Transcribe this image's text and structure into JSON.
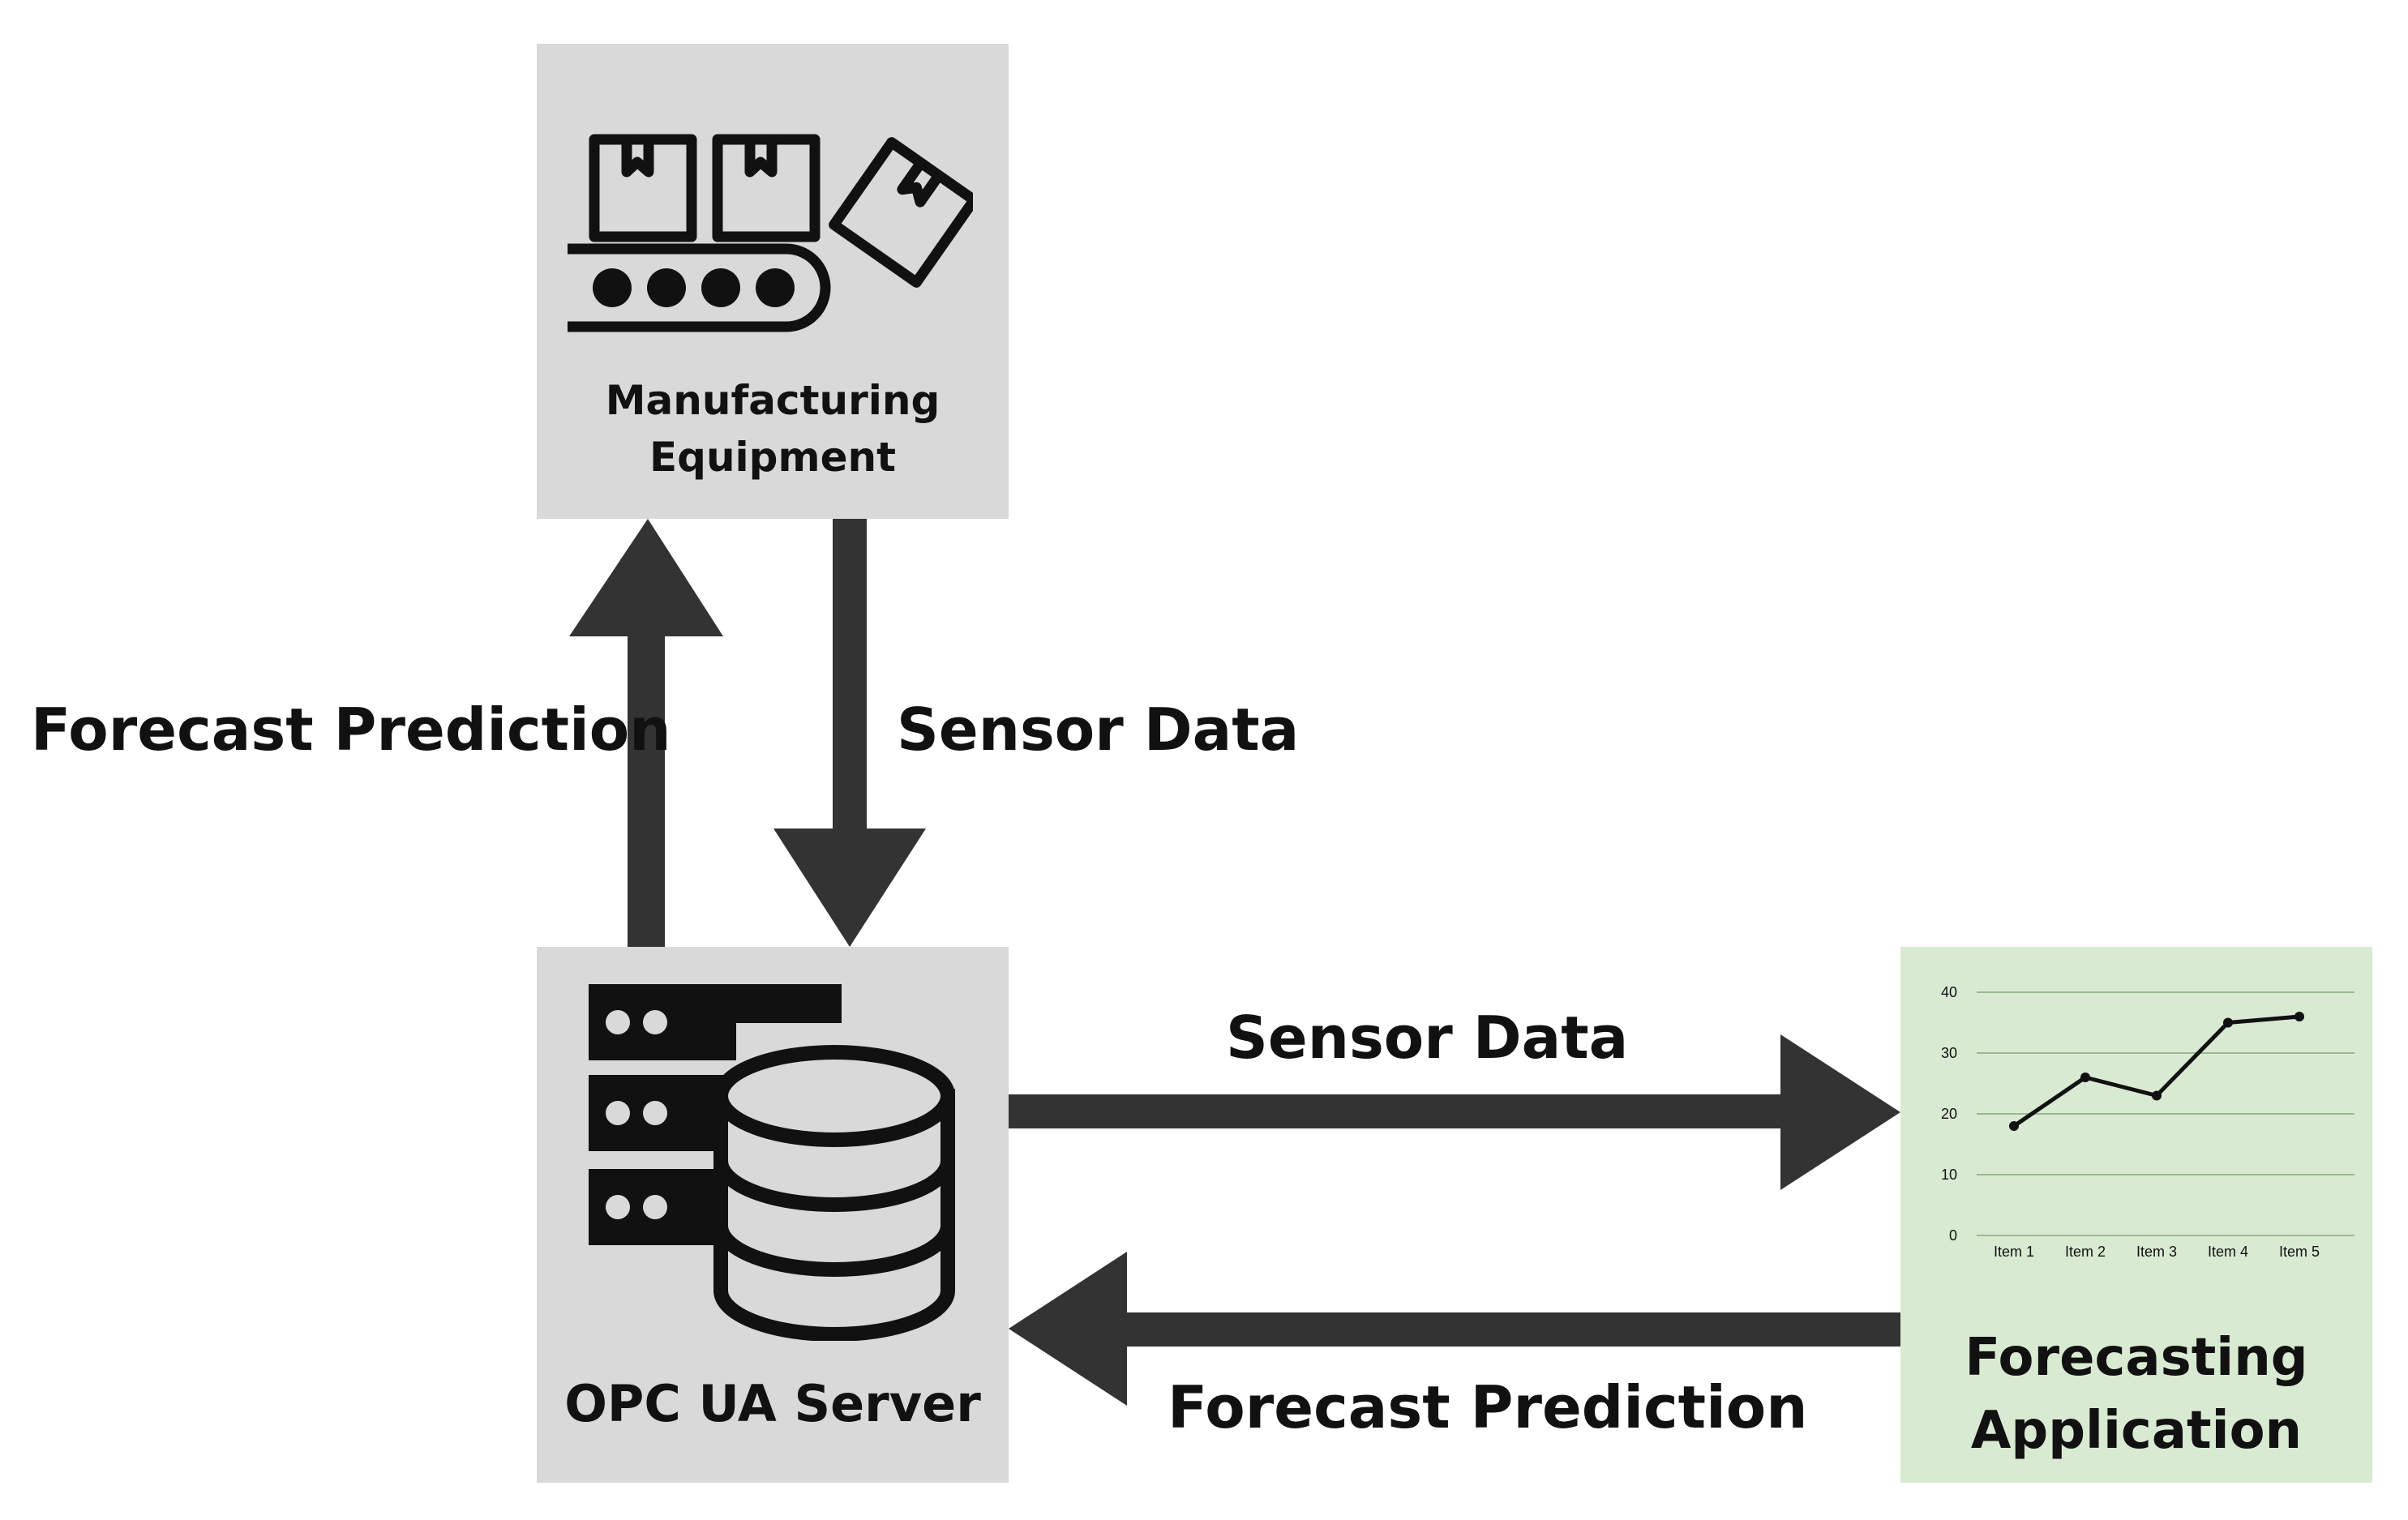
{
  "colors": {
    "node_fill": "#d9d9d9",
    "app_fill": "#d9ead3",
    "arrow": "#333333",
    "icon": "#111111",
    "text": "#111111",
    "gridline": "#9ab890"
  },
  "nodes": {
    "manufacturing": {
      "label": "Manufacturing\nEquipment",
      "icon": "conveyor-belt-icon"
    },
    "opc_server": {
      "label": "OPC UA Server",
      "icon": "server-database-icon"
    },
    "forecasting_app": {
      "label": "Forecasting\nApplication",
      "icon": "line-chart-icon"
    }
  },
  "edges": {
    "opc_to_manufacturing": "Forecast Prediction",
    "manufacturing_to_opc": "Sensor Data",
    "opc_to_app": "Sensor Data",
    "app_to_opc": "Forecast Prediction"
  },
  "chart_data": {
    "type": "line",
    "categories": [
      "Item 1",
      "Item 2",
      "Item 3",
      "Item 4",
      "Item 5"
    ],
    "values": [
      18,
      26,
      23,
      35,
      36
    ],
    "y_ticks": [
      "0",
      "10",
      "20",
      "30",
      "40"
    ],
    "ylim": [
      0,
      40
    ],
    "grid": true
  }
}
